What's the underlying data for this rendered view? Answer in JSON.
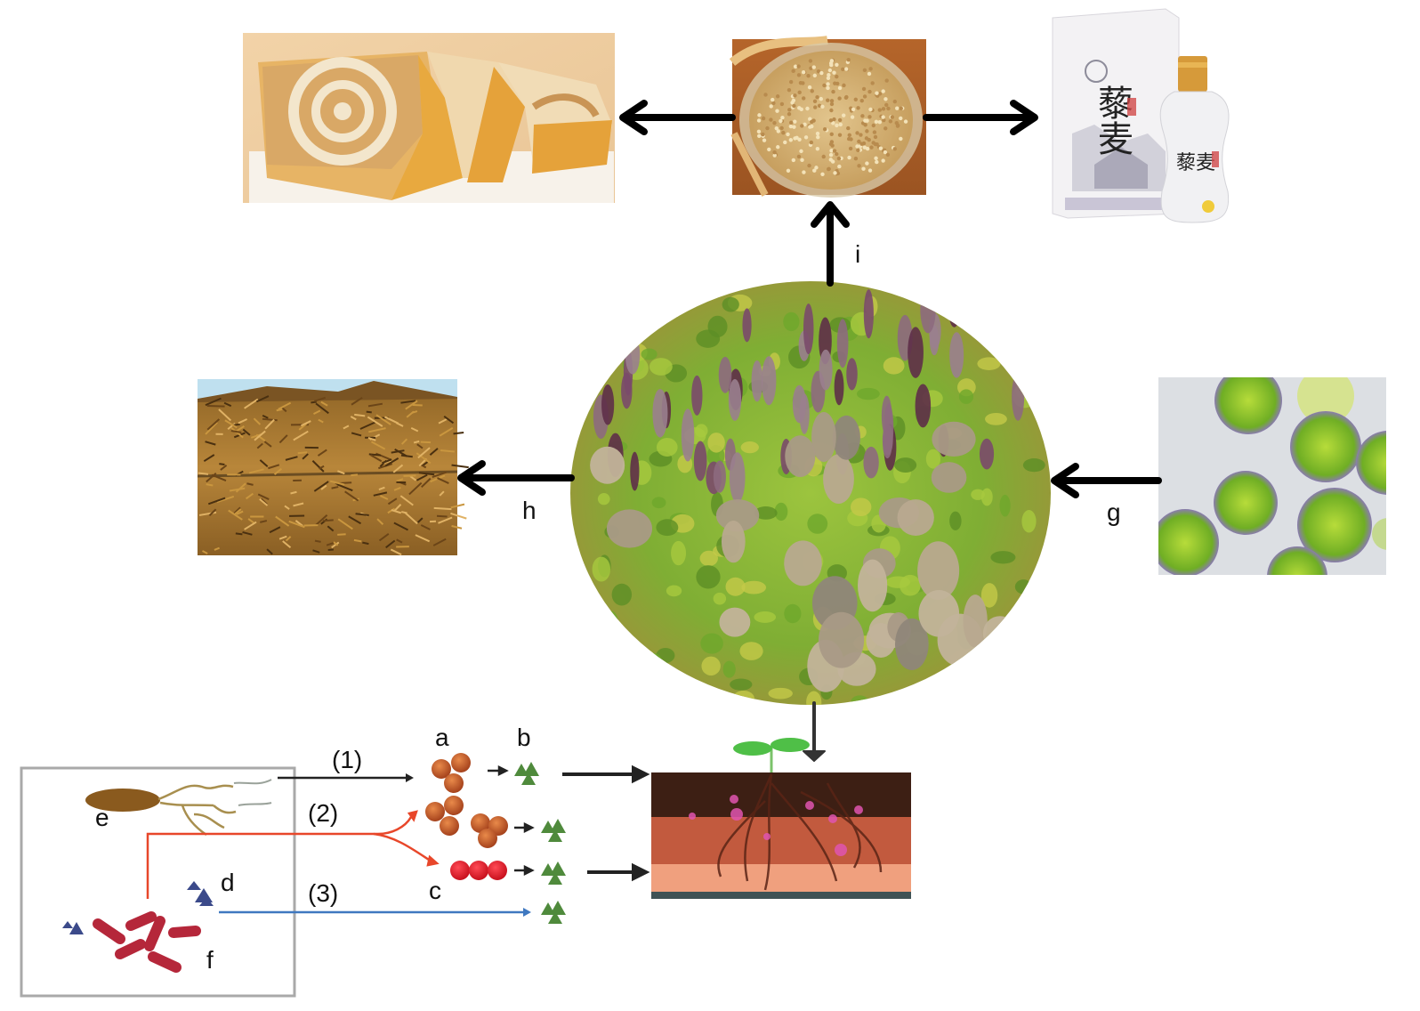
{
  "figure": {
    "center": {
      "name": "quinoa-field",
      "description": "Quinoa field with purple and pale seed heads"
    },
    "products": {
      "bread": {
        "name": "quinoa-swirl-bread"
      },
      "grain": {
        "name": "quinoa-grain-bowl"
      },
      "liquor": {
        "name": "quinoa-liquor",
        "box_text": "藜麦",
        "bottle_text": "藜麦"
      }
    },
    "straw": {
      "name": "straw-bales"
    },
    "algae": {
      "name": "green-algae-cells"
    },
    "soil": {
      "name": "soil-profile-with-seedling"
    },
    "labels": {
      "a": "a",
      "b": "b",
      "c": "c",
      "d": "d",
      "e": "e",
      "f": "f",
      "g": "g",
      "h": "h",
      "i": "i"
    },
    "pathways": {
      "p1": "(1)",
      "p2": "(2)",
      "p3": "(3)"
    },
    "colors": {
      "arrow": "#000000",
      "pathway1": "#222222",
      "pathway2": "#e8472a",
      "pathway3": "#3f78c0",
      "box_border": "#a9a9a9",
      "cocci_orange": "#c85a28",
      "cocci_red": "#e01e2a",
      "triangle_green": "#4f8a3c",
      "triangle_blue": "#3b4a8a",
      "rod_red": "#b5273a",
      "fungus_brown": "#8a5a1e"
    }
  }
}
